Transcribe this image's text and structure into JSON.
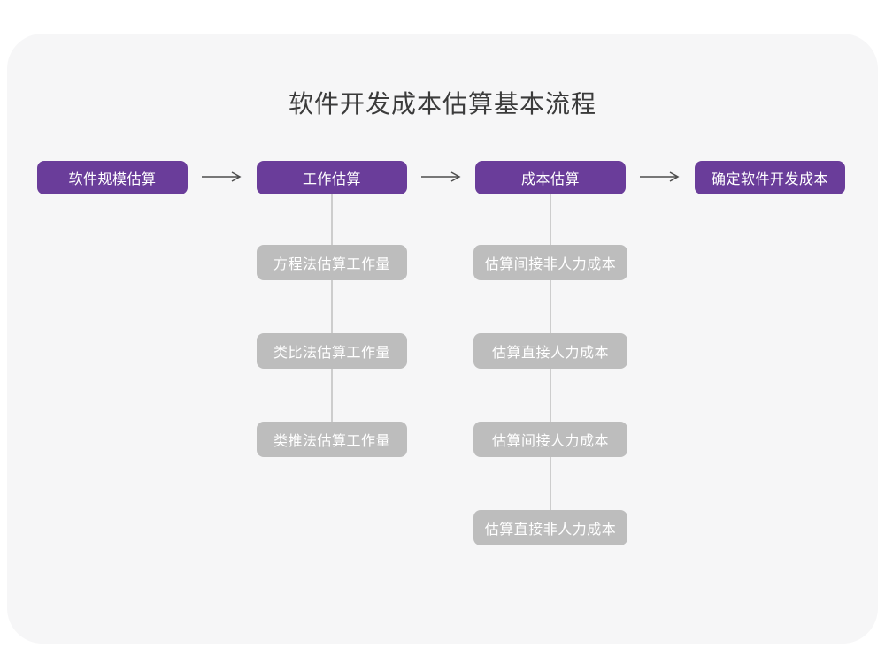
{
  "diagram": {
    "title": "软件开发成本估算基本流程",
    "main_flow": [
      {
        "label": "软件规模估算"
      },
      {
        "label": "工作估算"
      },
      {
        "label": "成本估算"
      },
      {
        "label": "确定软件开发成本"
      }
    ],
    "work_estimation_methods": [
      "方程法估算工作量",
      "类比法估算工作量",
      "类推法估算工作量"
    ],
    "cost_estimation_steps": [
      "估算间接非人力成本",
      "估算直接人力成本",
      "估算间接人力成本",
      "估算直接非人力成本"
    ],
    "colors": {
      "primary_node": "#6A3D9A",
      "secondary_node": "#BDBDBD",
      "connector_line": "#CDCDCD",
      "arrow": "#4D4D4D",
      "canvas_background": "#F6F6F7",
      "title_text": "#3B3B3B"
    }
  }
}
